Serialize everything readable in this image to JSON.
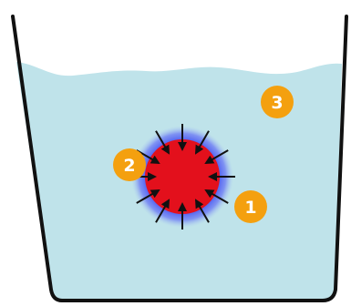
{
  "colors": {
    "water": "#bfe3ea",
    "container_outline": "#111111",
    "sphere_core": "#e3101c",
    "sphere_halo": "#4c5cf0",
    "arrows": "#111111",
    "badge": "#f4a00f",
    "badge_text": "#ffffff"
  },
  "badges": [
    {
      "id": "badge-1",
      "label": "1"
    },
    {
      "id": "badge-2",
      "label": "2"
    },
    {
      "id": "badge-3",
      "label": "3"
    }
  ],
  "sphere": {
    "arrow_count": 12,
    "arrow_direction": "inward"
  }
}
